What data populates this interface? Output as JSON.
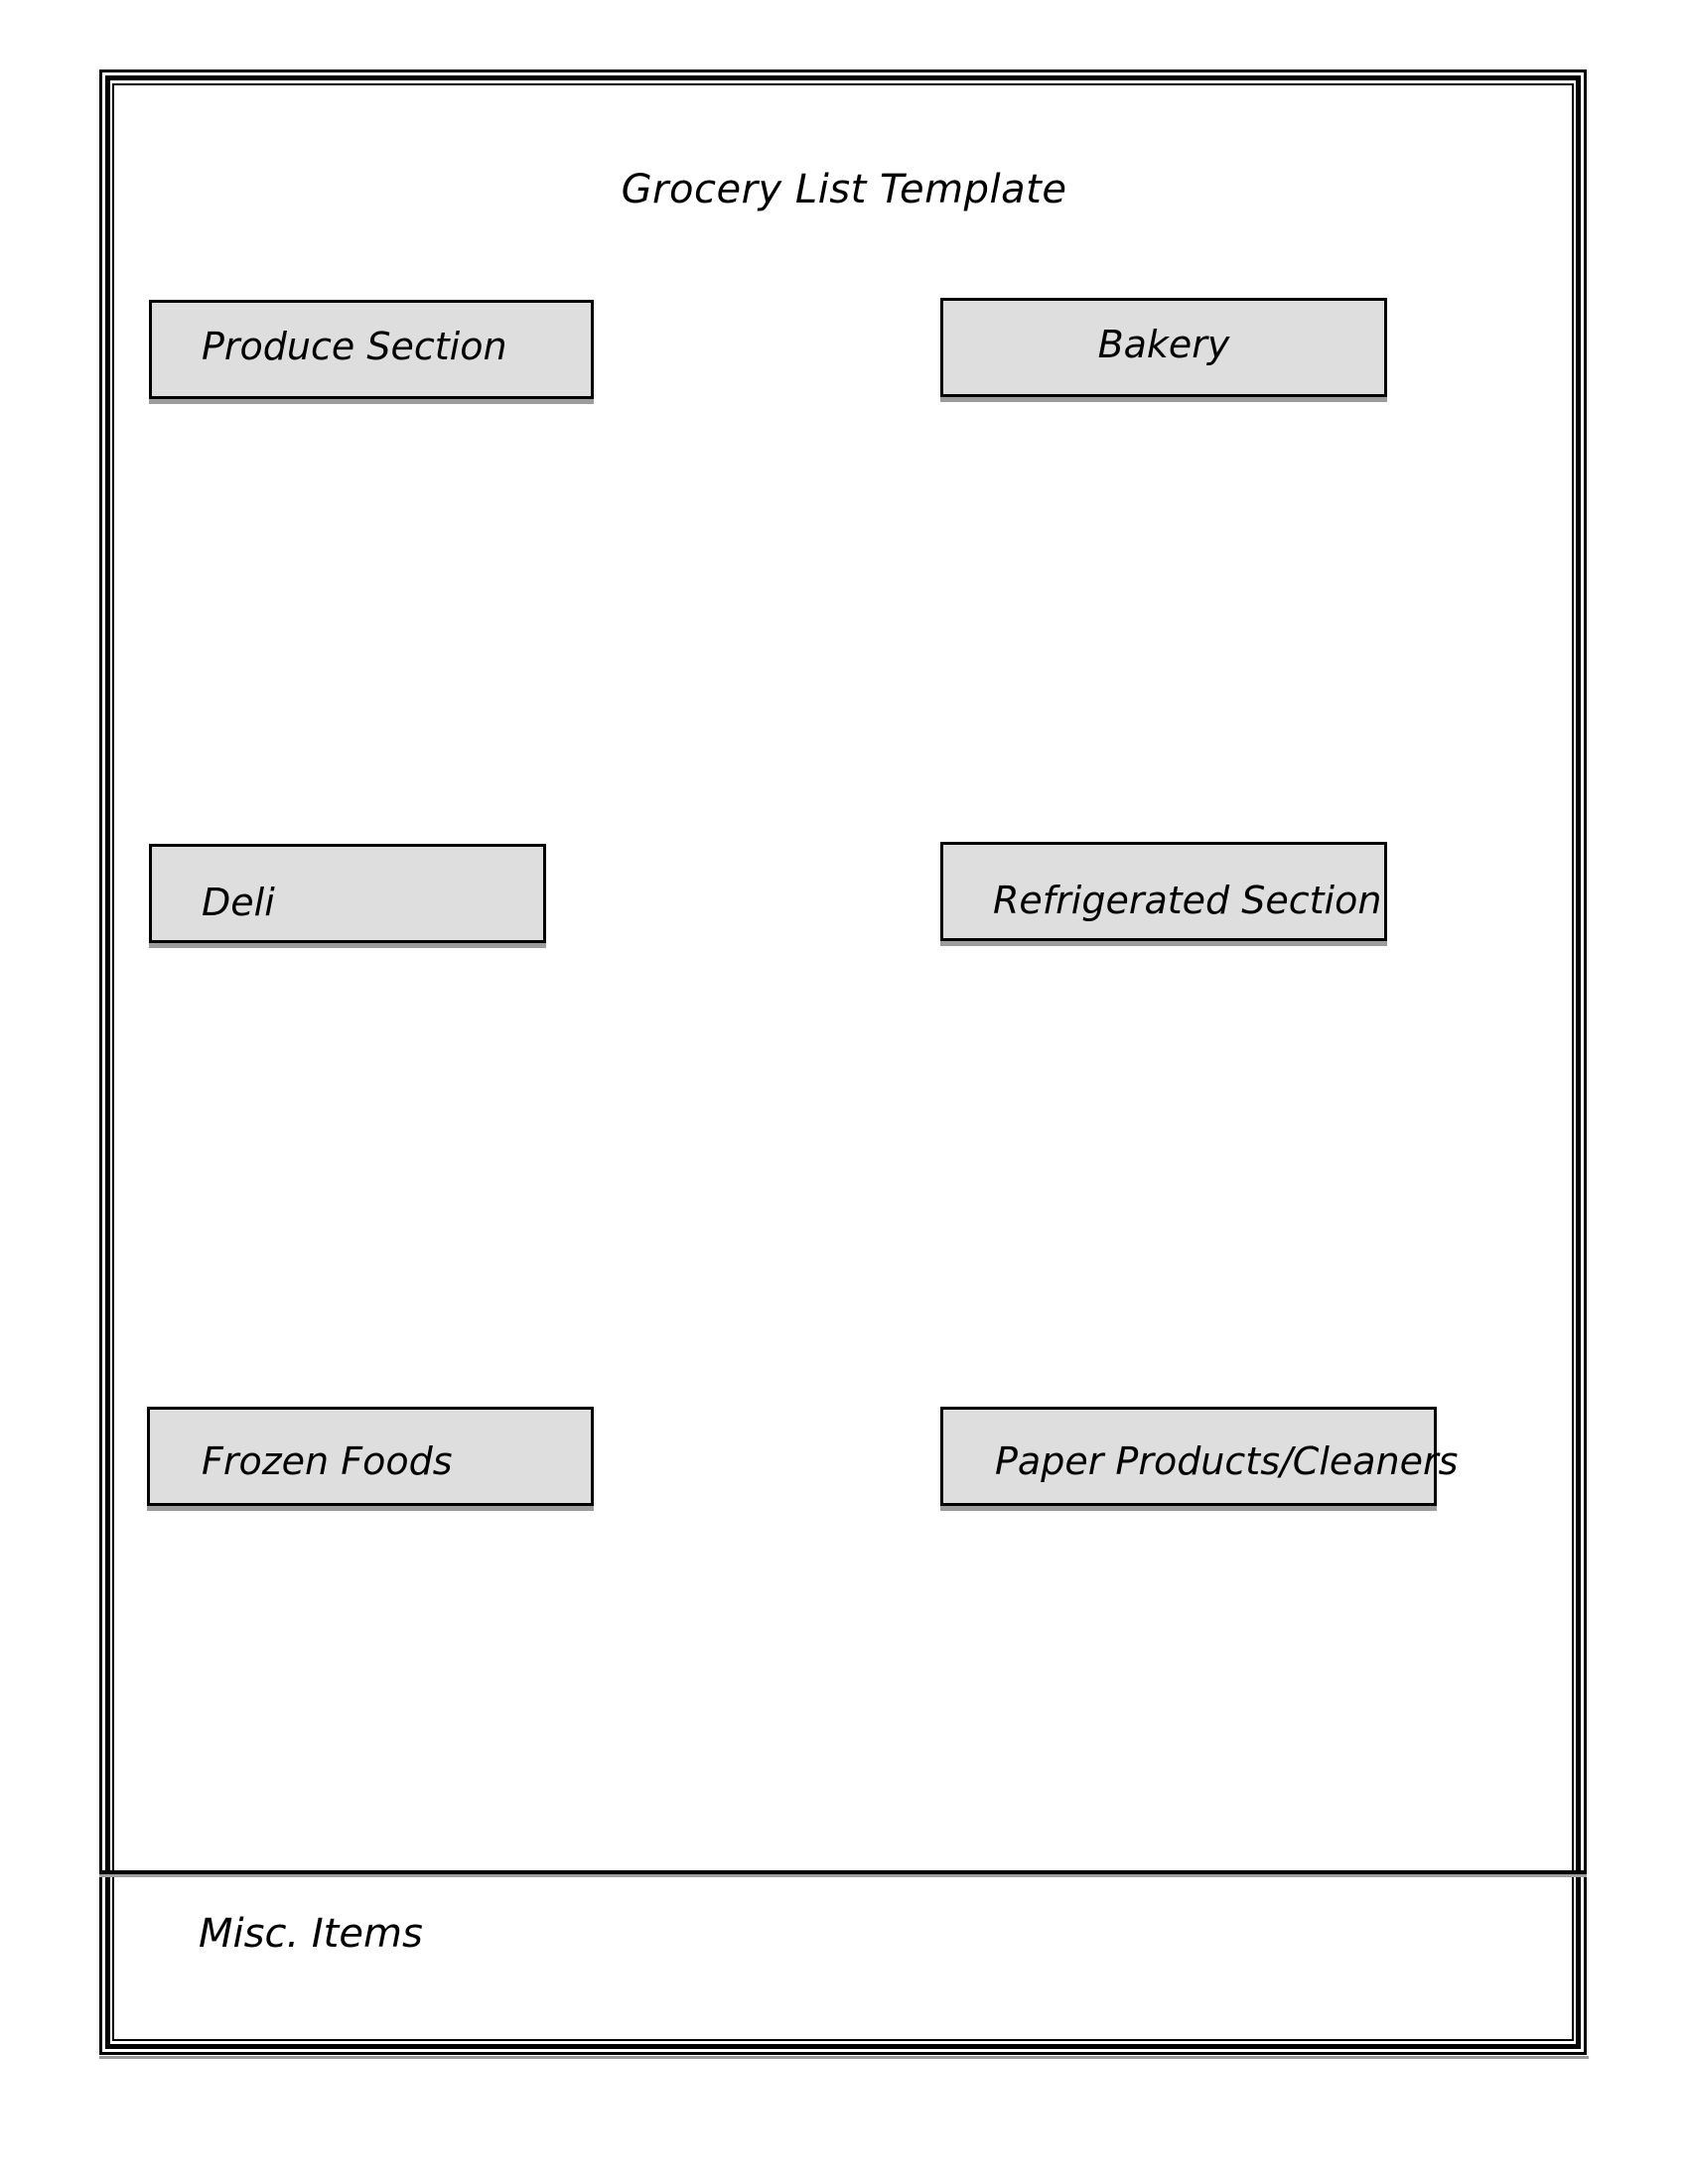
{
  "document": {
    "title": "Grocery List Template"
  },
  "sections": [
    {
      "id": "produce",
      "label": "Produce Section"
    },
    {
      "id": "bakery",
      "label": "Bakery"
    },
    {
      "id": "deli",
      "label": "Deli"
    },
    {
      "id": "refrigerated",
      "label": "Refrigerated Section"
    },
    {
      "id": "frozen",
      "label": "Frozen Foods"
    },
    {
      "id": "paper",
      "label": "Paper Products/Cleaners"
    }
  ],
  "misc": {
    "label": "Misc. Items"
  },
  "colors": {
    "box_fill": "#dedede",
    "border": "#000000",
    "shadow": "#9c9c9c"
  }
}
